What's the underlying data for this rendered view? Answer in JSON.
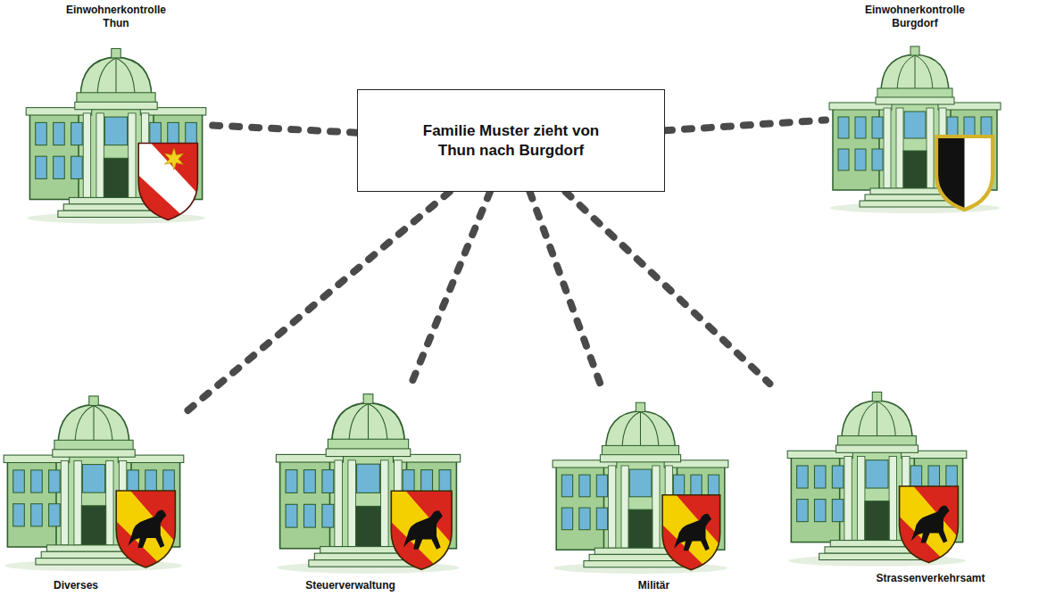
{
  "diagram": {
    "nodes": [
      {
        "text": [
          "Einwohnerkontrolle Thun"
        ]
      },
      {
        "text": [
          "Familie Muster zieht von Thun nach Burgdorf"
        ]
      },
      {
        "text": [
          "Einwohnerkontrolle Burgdorf"
        ]
      },
      {
        "text": [
          "Diverses"
        ]
      },
      {
        "text": [
          "Steuerverwaltung"
        ]
      },
      {
        "text": [
          "Militär"
        ]
      },
      {
        "text": [
          "Strassenverkehrsamt"
        ]
      }
    ],
    "edges": [
      {
        "from": 1,
        "to": 0,
        "arrow": "none"
      },
      {
        "from": 1,
        "to": 2,
        "arrow": "none"
      },
      {
        "from": 1,
        "to": 3,
        "arrow": "none"
      },
      {
        "from": 1,
        "to": 4,
        "arrow": "none"
      },
      {
        "from": 1,
        "to": 5,
        "arrow": "none"
      },
      {
        "from": 1,
        "to": 6,
        "arrow": "none"
      }
    ]
  }
}
